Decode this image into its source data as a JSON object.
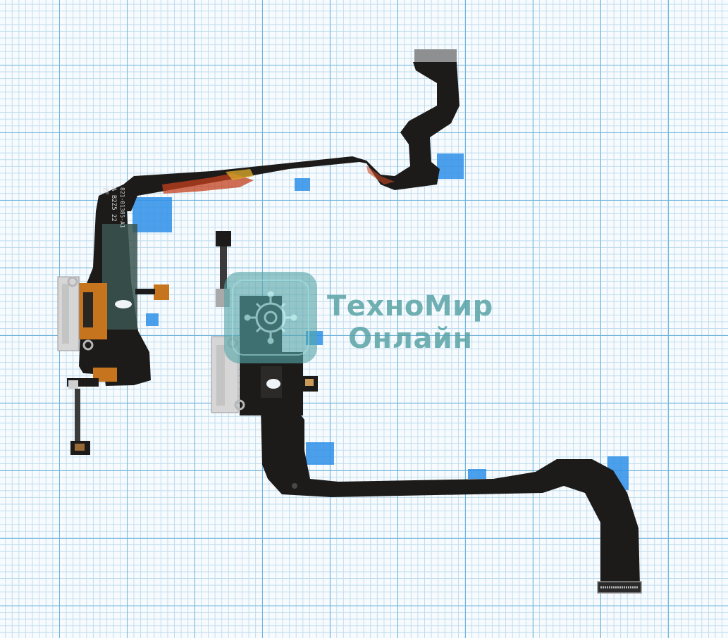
{
  "watermark": {
    "line1": "ТехноМир",
    "line2": "Онлайн",
    "color": "#5aa3a6"
  },
  "cable_markings": {
    "part_number": "821-01385-A1",
    "batch": "A B2Z5 22",
    "code": "ZF"
  },
  "colors": {
    "cable": "#1c1b1a",
    "connector": "#d6d6d6",
    "tape": "#2e8fe8",
    "grid_major": "#6fb3dc",
    "grid_minor": "#bfdcef"
  }
}
